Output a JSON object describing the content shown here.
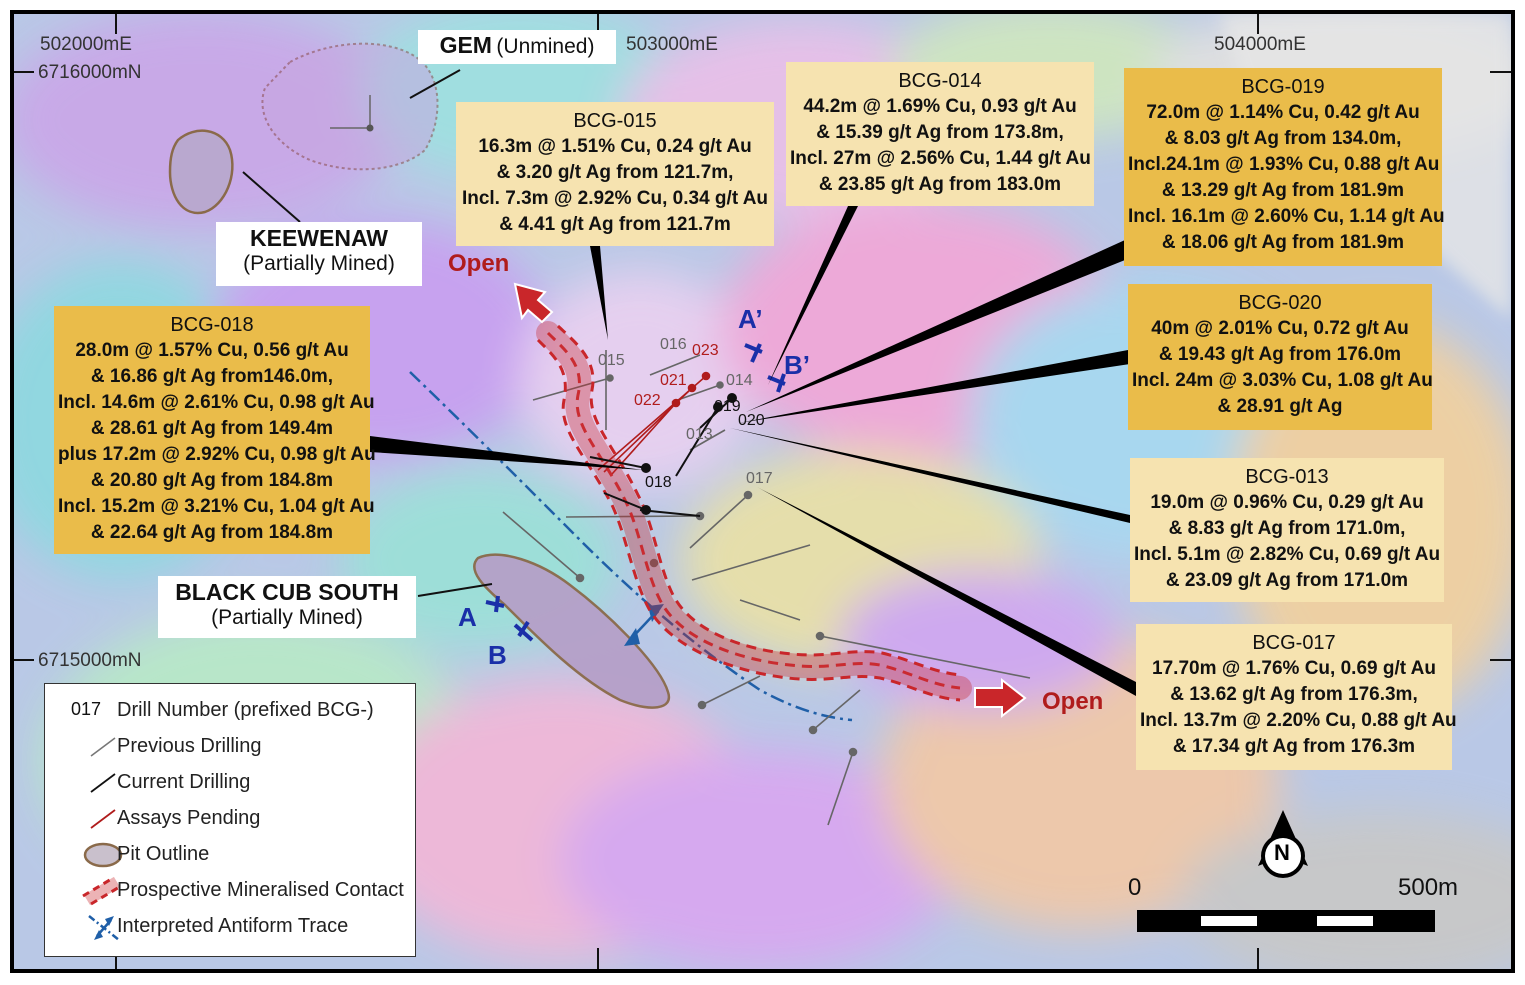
{
  "grid": {
    "eastings": [
      "502000mE",
      "503000mE",
      "504000mE"
    ],
    "northings": [
      "6716000mN",
      "6715000mN"
    ]
  },
  "deposits": [
    {
      "key": "gem",
      "name": "GEM",
      "status": "(Unmined)"
    },
    {
      "key": "keewenaw",
      "name": "KEEWENAW",
      "status": "(Partially Mined)"
    },
    {
      "key": "black_cub_south",
      "name": "BLACK CUB SOUTH",
      "status": "(Partially Mined)"
    }
  ],
  "callouts": [
    {
      "id": "BCG-015",
      "style": "light",
      "lines": [
        "16.3m @ 1.51% Cu, 0.24 g/t Au",
        "& 3.20 g/t Ag from 121.7m,",
        "Incl. 7.3m @ 2.92% Cu, 0.34 g/t Au",
        "& 4.41 g/t Ag from 121.7m"
      ]
    },
    {
      "id": "BCG-014",
      "style": "light",
      "lines": [
        "44.2m @ 1.69% Cu, 0.93 g/t Au",
        "& 15.39 g/t Ag from 173.8m,",
        "Incl. 27m @ 2.56% Cu, 1.44 g/t Au",
        "& 23.85 g/t Ag from 183.0m"
      ]
    },
    {
      "id": "BCG-019",
      "style": "gold",
      "lines": [
        "72.0m @ 1.14% Cu, 0.42 g/t Au",
        "& 8.03 g/t Ag from 134.0m,",
        "Incl.24.1m @ 1.93% Cu, 0.88 g/t Au",
        "& 13.29 g/t Ag from 181.9m",
        "Incl. 16.1m @ 2.60% Cu, 1.14 g/t Au",
        "& 18.06 g/t Ag from 181.9m"
      ]
    },
    {
      "id": "BCG-020",
      "style": "gold",
      "lines": [
        "40m @ 2.01% Cu, 0.72 g/t Au",
        "& 19.43 g/t Ag from 176.0m",
        "Incl. 24m @ 3.03% Cu, 1.08 g/t Au",
        "& 28.91 g/t Ag"
      ]
    },
    {
      "id": "BCG-018",
      "style": "gold",
      "lines": [
        "28.0m @ 1.57% Cu, 0.56 g/t Au",
        "& 16.86 g/t Ag from146.0m,",
        "Incl. 14.6m @ 2.61% Cu, 0.98 g/t Au",
        "& 28.61 g/t Ag from 149.4m",
        "plus 17.2m @ 2.92% Cu, 0.98 g/t Au",
        "& 20.80 g/t Ag from 184.8m",
        "Incl. 15.2m @ 3.21% Cu, 1.04 g/t Au",
        "& 22.64 g/t Ag from 184.8m"
      ]
    },
    {
      "id": "BCG-013",
      "style": "light",
      "lines": [
        "19.0m @ 0.96% Cu, 0.29 g/t Au",
        "& 8.83 g/t Ag from 171.0m,",
        "Incl. 5.1m @ 2.82% Cu, 0.69 g/t Au",
        "& 23.09 g/t Ag from 171.0m"
      ]
    },
    {
      "id": "BCG-017",
      "style": "light",
      "lines": [
        "17.70m @ 1.76% Cu, 0.69 g/t Au",
        "& 13.62 g/t Ag from 176.3m,",
        "Incl. 13.7m @ 2.20% Cu, 0.88 g/t Au",
        "& 17.34 g/t Ag from 176.3m"
      ]
    }
  ],
  "drillholes": [
    {
      "label": "015",
      "type": "previous"
    },
    {
      "label": "016",
      "type": "previous"
    },
    {
      "label": "023",
      "type": "pending"
    },
    {
      "label": "021",
      "type": "pending"
    },
    {
      "label": "022",
      "type": "pending"
    },
    {
      "label": "014",
      "type": "previous"
    },
    {
      "label": "019",
      "type": "current"
    },
    {
      "label": "013",
      "type": "previous"
    },
    {
      "label": "020",
      "type": "current"
    },
    {
      "label": "018",
      "type": "current"
    },
    {
      "label": "017",
      "type": "previous"
    }
  ],
  "open_labels": [
    "Open",
    "Open"
  ],
  "section_labels": [
    "A’",
    "B’",
    "A",
    "B"
  ],
  "legend": [
    {
      "symbol": "drill-number",
      "sym_text": "017",
      "label": "Drill Number (prefixed BCG-)"
    },
    {
      "symbol": "previous-drilling",
      "label": "Previous Drilling"
    },
    {
      "symbol": "current-drilling",
      "label": "Current Drilling"
    },
    {
      "symbol": "assays-pending",
      "label": "Assays Pending"
    },
    {
      "symbol": "pit-outline",
      "label": "Pit Outline"
    },
    {
      "symbol": "mineralised-contact",
      "label": "Prospective Mineralised Contact"
    },
    {
      "symbol": "antiform-trace",
      "label": "Interpreted Antiform Trace"
    }
  ],
  "scale": {
    "start": "0",
    "end": "500m"
  },
  "north_arrow": "N",
  "colors": {
    "light_callout": "#f6e3b0",
    "gold_callout": "#eabc4a",
    "contact": "#c9262a",
    "antiform": "#1f5fa8",
    "section_line": "#1a2fa8",
    "pending": "#b01c1c",
    "pit_outline": "#8a6a4a"
  }
}
